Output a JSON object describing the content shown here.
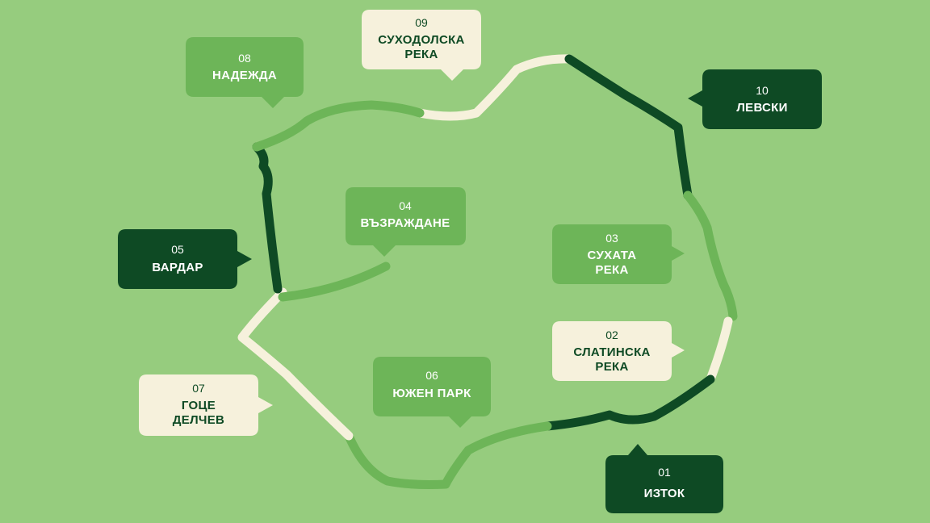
{
  "colors": {
    "background": "#96cc7e",
    "dark_green": "#0e4a24",
    "mid_green": "#6db558",
    "cream": "#f6f1dc"
  },
  "districts": [
    {
      "id": "01",
      "num": "01",
      "name": [
        "ИЗТОК"
      ],
      "style": "dark"
    },
    {
      "id": "02",
      "num": "02",
      "name": [
        "СЛАТИНСКА",
        "РЕКА"
      ],
      "style": "cream"
    },
    {
      "id": "03",
      "num": "03",
      "name": [
        "СУХАТА",
        "РЕКА"
      ],
      "style": "mid"
    },
    {
      "id": "04",
      "num": "04",
      "name": [
        "ВЪЗРАЖДАНЕ"
      ],
      "style": "mid"
    },
    {
      "id": "05",
      "num": "05",
      "name": [
        "ВАРДАР"
      ],
      "style": "dark"
    },
    {
      "id": "06",
      "num": "06",
      "name": [
        "ЮЖЕН ПАРК"
      ],
      "style": "mid"
    },
    {
      "id": "07",
      "num": "07",
      "name": [
        "ГОЦЕ",
        "ДЕЛЧЕВ"
      ],
      "style": "cream"
    },
    {
      "id": "08",
      "num": "08",
      "name": [
        "НАДЕЖДА"
      ],
      "style": "mid"
    },
    {
      "id": "09",
      "num": "09",
      "name": [
        "СУХОДОЛСКА",
        "РЕКА"
      ],
      "style": "cream"
    },
    {
      "id": "10",
      "num": "10",
      "name": [
        "ЛЕВСКИ"
      ],
      "style": "dark"
    }
  ]
}
